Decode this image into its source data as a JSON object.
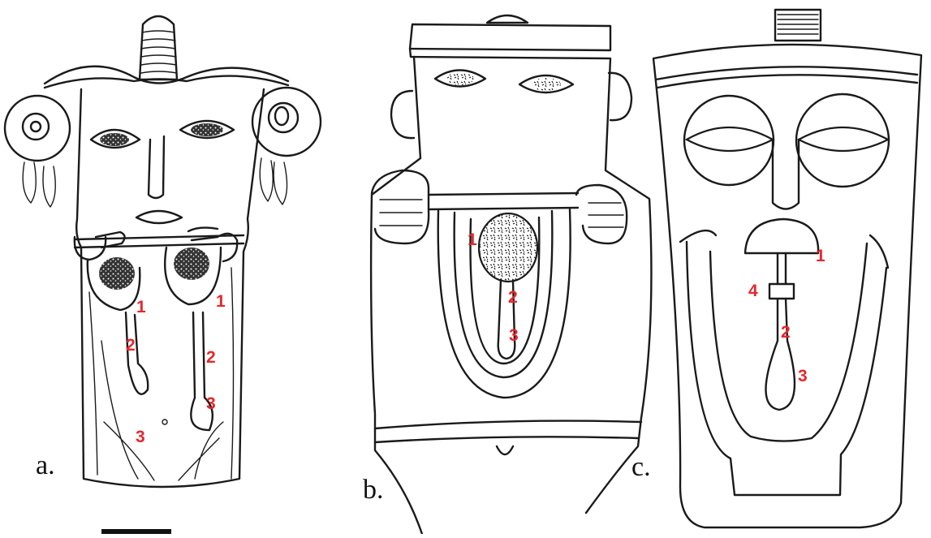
{
  "panels": [
    {
      "letter": "a.",
      "labels": {
        "l1a": "1",
        "l1b": "1",
        "l2a": "2",
        "l2b": "2",
        "l3a": "3",
        "l3b": "3"
      }
    },
    {
      "letter": "b.",
      "labels": {
        "l1": "1",
        "l2": "2",
        "l3": "3"
      }
    },
    {
      "letter": "c.",
      "labels": {
        "l1": "1",
        "l2": "2",
        "l3": "3",
        "l4": "4"
      }
    }
  ],
  "colors": {
    "label": "#e8262b",
    "ink": "#1a1a1a",
    "background": "#ffffff"
  }
}
